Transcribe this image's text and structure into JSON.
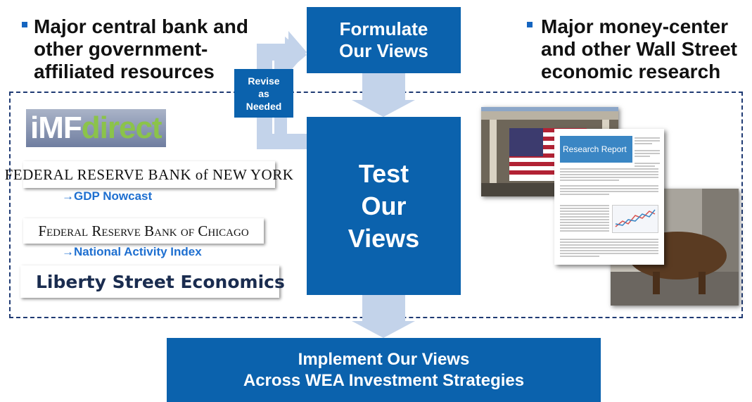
{
  "left_bullet": {
    "lines": [
      "Major central bank and",
      "other government-",
      "affiliated resources"
    ]
  },
  "right_bullet": {
    "lines": [
      "Major money-center",
      "and other Wall Street",
      "economic research"
    ]
  },
  "formulate_box": {
    "lines": [
      "Formulate",
      "Our Views"
    ]
  },
  "test_box": {
    "lines": [
      "Test",
      "Our",
      "Views"
    ]
  },
  "implement_box": {
    "lines": [
      "Implement Our Views",
      "Across WEA Investment Strategies"
    ]
  },
  "revise_box": {
    "lines": [
      "Revise",
      "as",
      "Needed"
    ]
  },
  "sources": {
    "imf": {
      "part1": "iMF",
      "part2": "direct"
    },
    "ny_fed": {
      "label": "FEDERAL RESERVE BANK of NEW YORK",
      "sublink": "→GDP Nowcast"
    },
    "chicago_fed": {
      "label": "Federal Reserve Bank of Chicago",
      "sublink": "→National Activity Index"
    },
    "liberty": {
      "label": "Liberty Street Economics"
    }
  },
  "report": {
    "title": "Research Report"
  },
  "colors": {
    "box_blue": "#0b62ad",
    "arrow_light_blue": "#c3d3ea",
    "frame_dash": "#1f3a73",
    "link_blue": "#1e6fd0"
  }
}
